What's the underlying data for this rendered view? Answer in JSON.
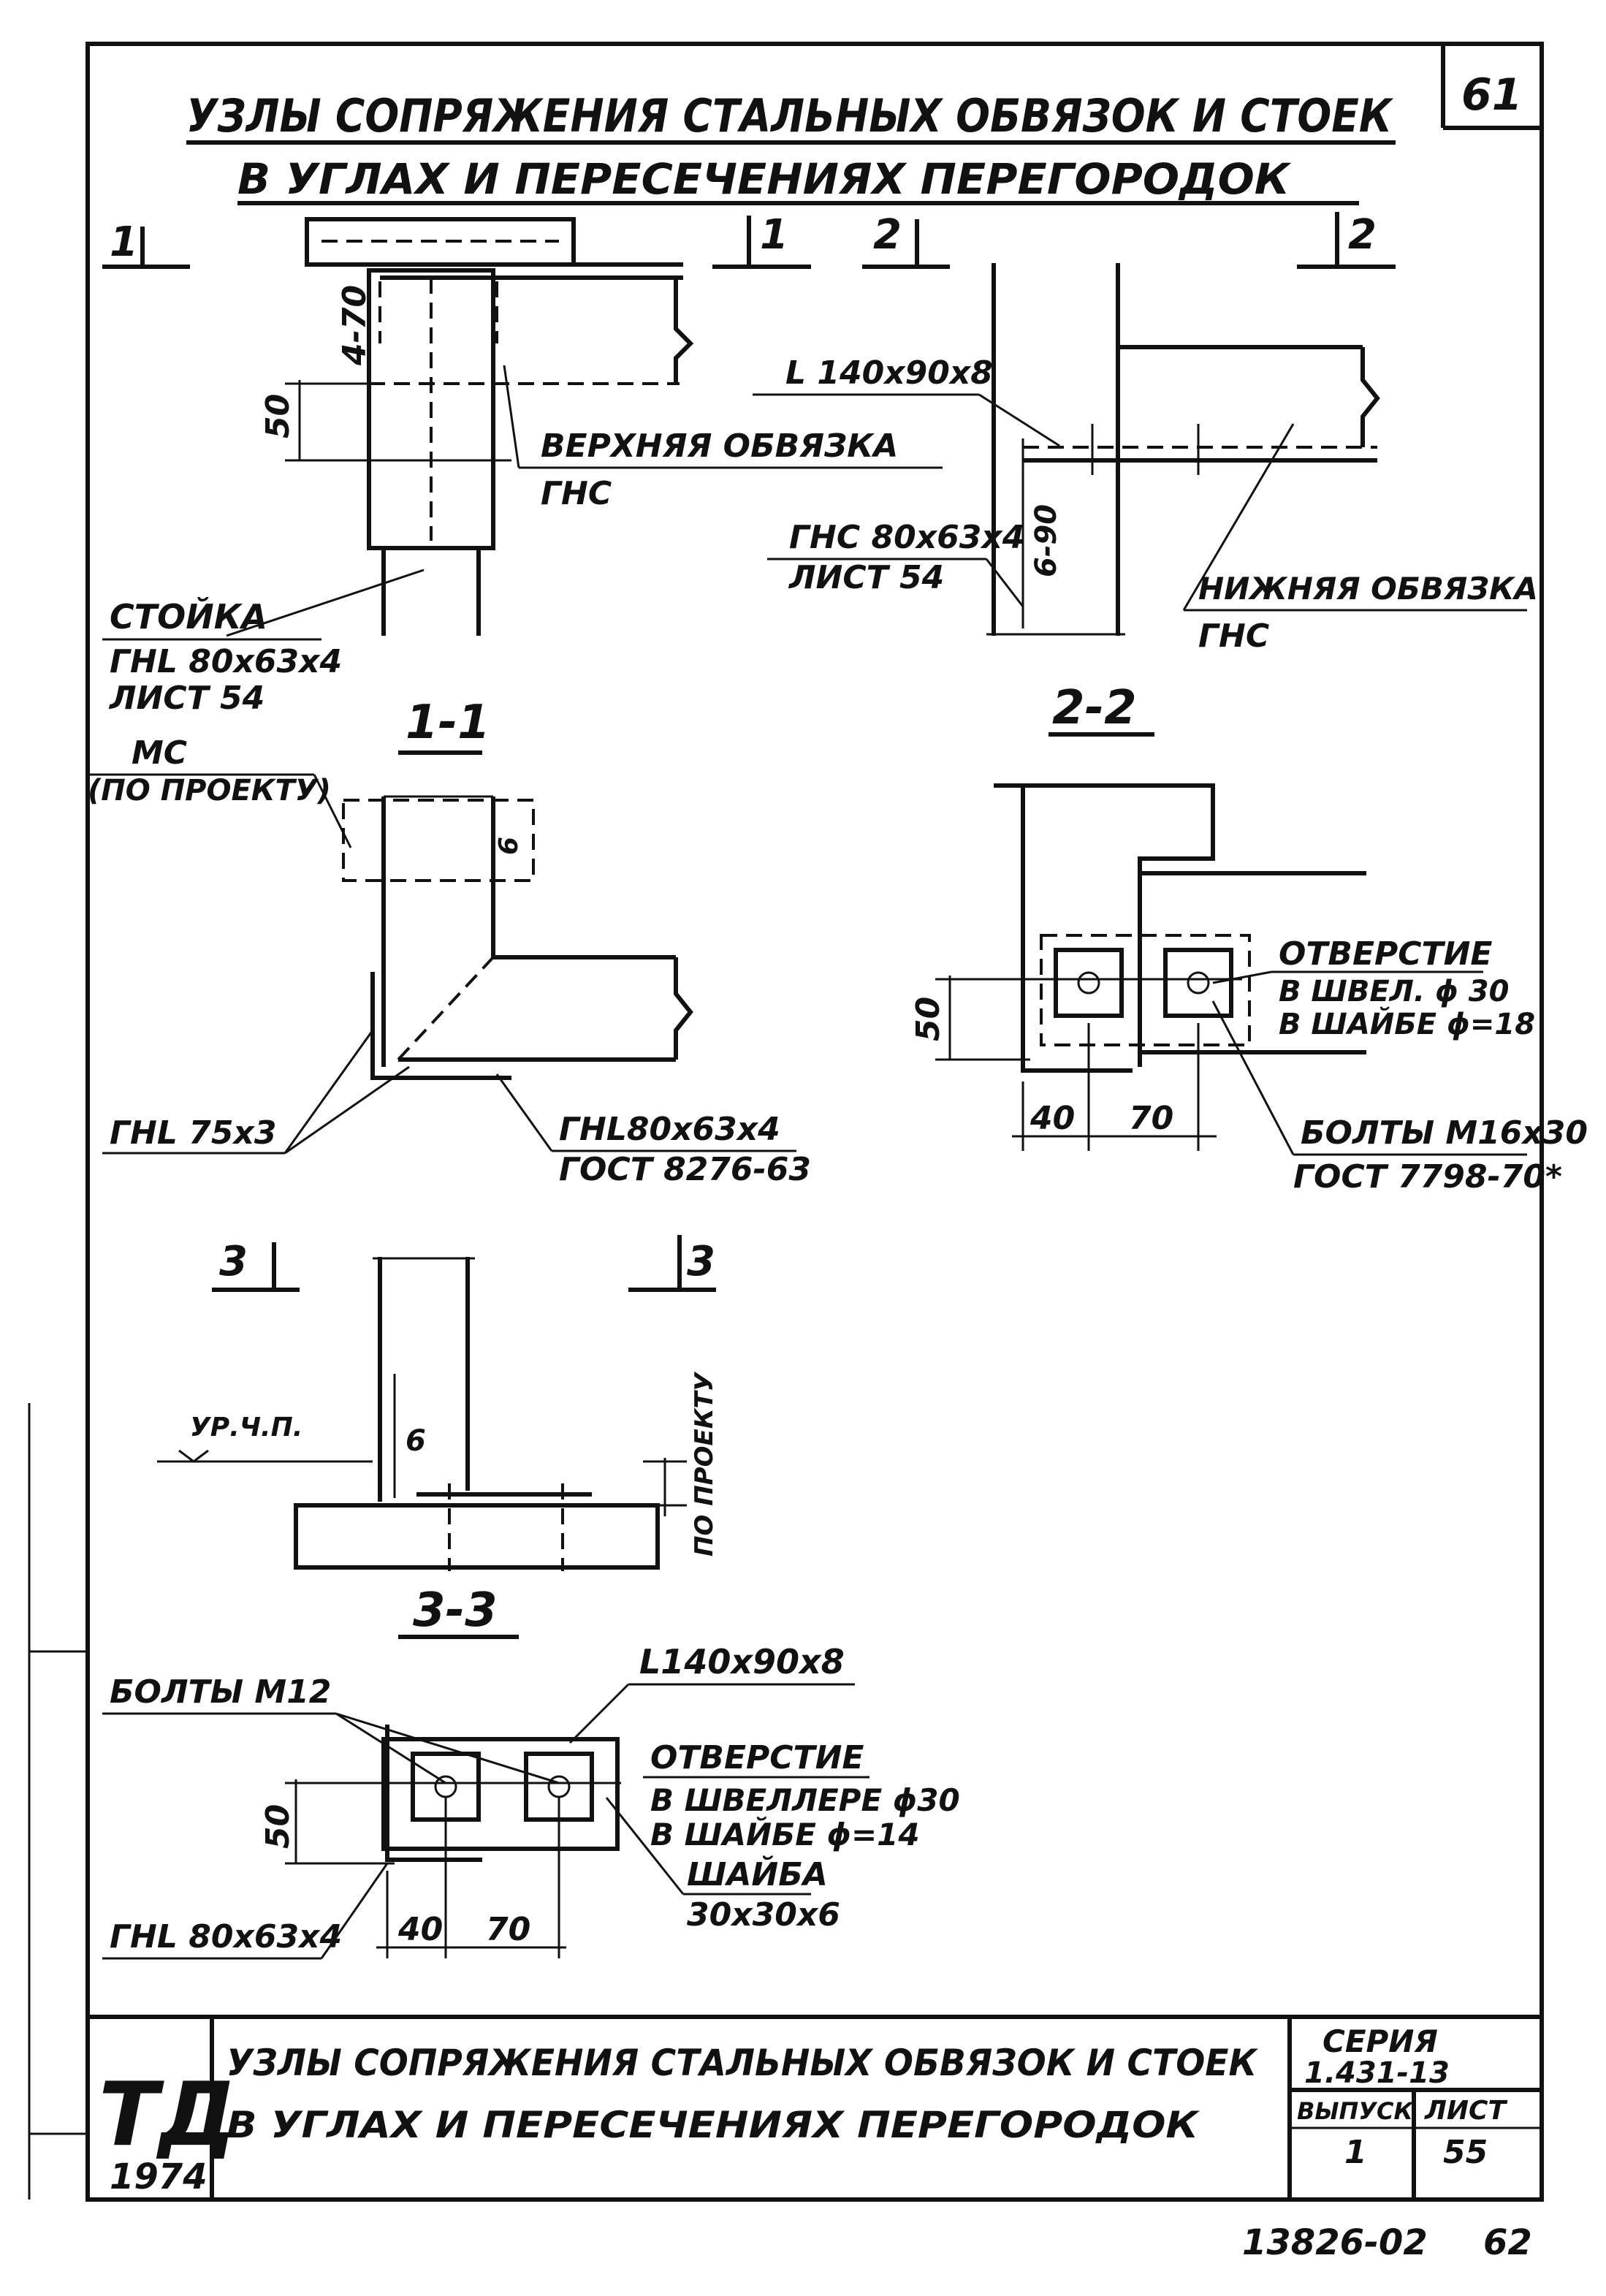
{
  "sheet_number_top": "61",
  "title": {
    "line1": "УЗЛЫ СОПРЯЖЕНИЯ СТАЛЬНЫХ ОБВЯЗОК И СТОЕК",
    "line2": "В УГЛАХ И ПЕРЕСЕЧЕНИЯХ ПЕРЕГОРОДОК"
  },
  "section_marks": {
    "one_left": "1",
    "one_right": "1",
    "two_left": "2",
    "two_right": "2",
    "three_left": "3",
    "three_right": "3"
  },
  "view_top_left": {
    "dim_4_70": "4-70",
    "dim_50": "50",
    "label_upper_tie": "ВЕРХНЯЯ ОБВЯЗКА",
    "label_upper_tie_sub": "ГНС",
    "label_post": "СТОЙКА",
    "label_post_profile": "ГНL 80х63х4",
    "label_post_sheet": "ЛИСТ 54"
  },
  "view_top_right": {
    "angle_label": "L 140х90х8",
    "dim_6_90": "6-90",
    "label_channel": "ГНС 80х63х4",
    "label_channel_sheet": "ЛИСТ 54",
    "label_lower_tie": "НИЖНЯЯ ОБВЯЗКА",
    "label_lower_tie_sub": "ГНС"
  },
  "section_1_1": {
    "title": "1-1",
    "label_mc": "МС",
    "label_mc_sub": "(ПО ПРОЕКТУ)",
    "dim_6": "6",
    "label_angle_small": "ГНL 75х3",
    "label_angle_big": "ГНL80х63х4",
    "label_gost": "ГОСТ 8276-63"
  },
  "section_2_2": {
    "title": "2-2",
    "label_hole": "ОТВЕРСТИЕ",
    "label_hole_channel": "В ШВЕЛ. ϕ 30",
    "label_hole_washer": "В ШАЙБЕ ϕ=18",
    "dim_50": "50",
    "dim_40": "40",
    "dim_70": "70",
    "label_bolts": "БОЛТЫ М16х30",
    "label_gost": "ГОСТ 7798-70*"
  },
  "section_3_3_view": {
    "level_label": "УР.Ч.П.",
    "dim_6": "6",
    "by_project": "ПО ПРОЕКТУ"
  },
  "section_3_3": {
    "title": "3-3",
    "label_bolts": "БОЛТЫ М12",
    "label_angle": "L140х90х8",
    "label_hole": "ОТВЕРСТИЕ",
    "label_hole_channel": "В ШВЕЛЛЕРЕ ϕ30",
    "label_hole_washer": "В ШАЙБЕ ϕ=14",
    "label_washer": "ШАЙБА",
    "label_washer_size": "30х30х6",
    "dim_50": "50",
    "dim_40": "40",
    "dim_70": "70",
    "label_profile": "ГНL 80х63х4"
  },
  "title_block": {
    "logo": "ТД",
    "year": "1974",
    "name_line1": "УЗЛЫ СОПРЯЖЕНИЯ СТАЛЬНЫХ ОБВЯЗОК И СТОЕК",
    "name_line2": "В УГЛАХ И ПЕРЕСЕЧЕНИЯХ ПЕРЕГОРОДОК",
    "series_label": "СЕРИЯ",
    "series_value": "1.431-13",
    "issue_label": "ВЫПУСК",
    "issue_value": "1",
    "sheet_label": "ЛИСТ",
    "sheet_value": "55"
  },
  "footer": {
    "code": "13826-02",
    "page": "62"
  }
}
